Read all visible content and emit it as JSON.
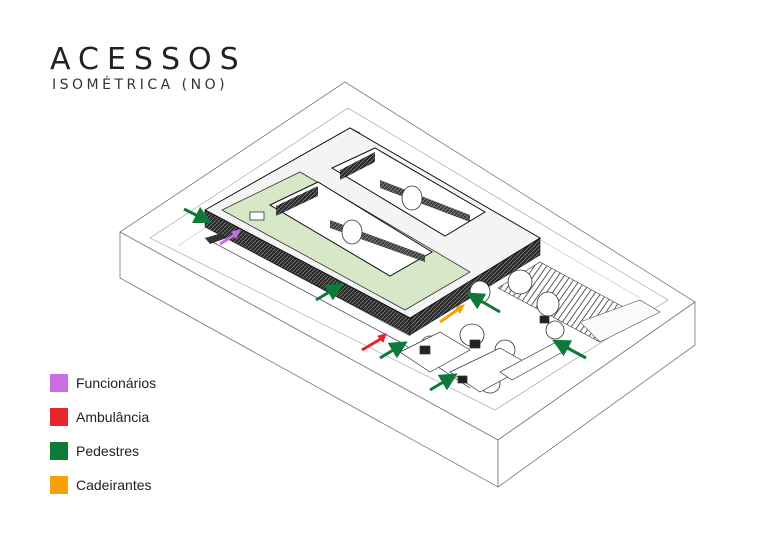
{
  "header": {
    "title": "ACESSOS",
    "subtitle": "ISOMÉTRICA (NO)"
  },
  "legend": {
    "items": [
      {
        "label": "Funcionários",
        "color": "#c86ee0"
      },
      {
        "label": "Ambulância",
        "color": "#e8232a"
      },
      {
        "label": "Pedestres",
        "color": "#0e7a3a"
      },
      {
        "label": "Cadeirantes",
        "color": "#f5a10a"
      }
    ]
  }
}
